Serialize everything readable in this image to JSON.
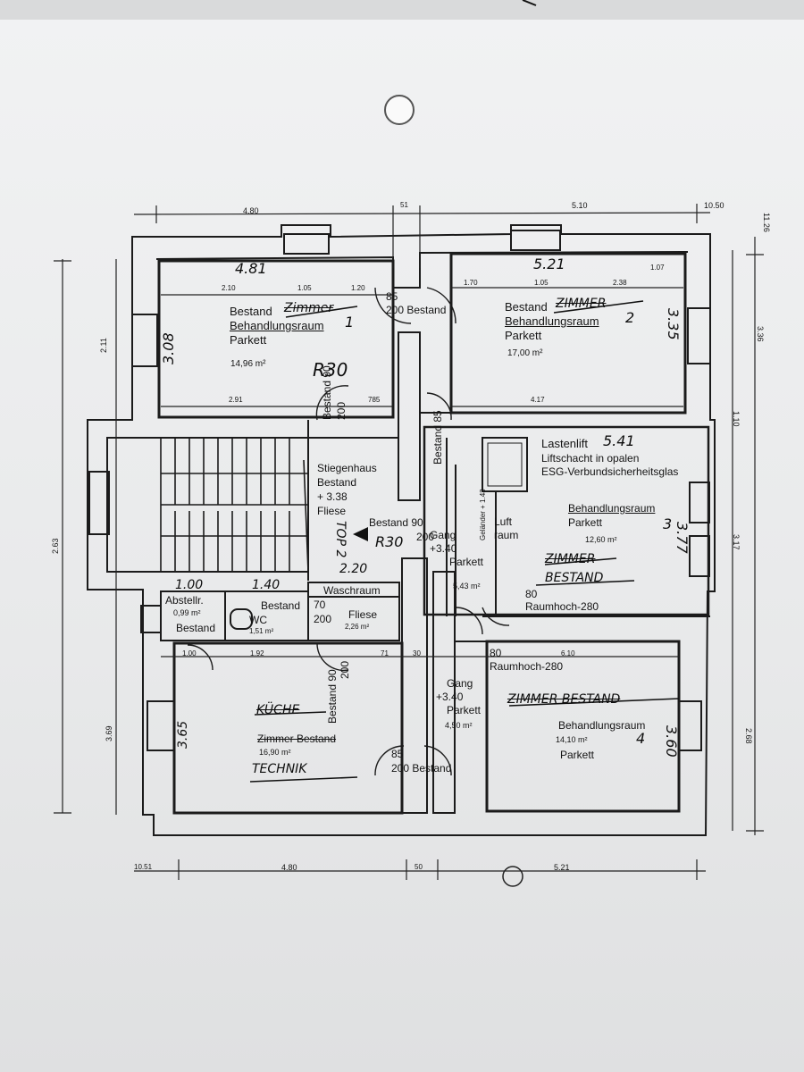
{
  "rooms": {
    "room1": {
      "status": "Bestand",
      "crossed": "Zimmer",
      "name": "Behandlungsraum",
      "number": "1",
      "floor": "Parkett",
      "area": "14,96 m²",
      "width": "4.81",
      "depth": "3.08"
    },
    "room2": {
      "status": "Bestand",
      "crossed": "ZIMMER",
      "name": "Behandlungsraum",
      "number": "2",
      "floor": "Parkett",
      "area": "17,00 m²",
      "width": "5.21",
      "depth": "3.35"
    },
    "room3": {
      "name": "Behandlungsraum",
      "number": "3",
      "floor": "Parkett",
      "area": "12,60 m²",
      "width": "5.41",
      "depth": "3.77",
      "crossed1": "ZIMMER",
      "crossed2": "BESTAND"
    },
    "room4": {
      "crossed": "ZIMMER BESTAND",
      "name": "Behandlungsraum",
      "number": "4",
      "area": "14,10 m²",
      "floor": "Parkett",
      "depth": "3.60"
    },
    "kitchen": {
      "crossed": "KÜCHE",
      "old": "Zimmer Bestand",
      "area": "16,90 m²",
      "new_use": "TECHNIK",
      "depth": "3.65"
    },
    "stair": {
      "name": "Stiegenhaus",
      "status": "Bestand",
      "level": "+ 3.38",
      "floor": "Fliese",
      "top": "TOP 2",
      "width": "2.20",
      "r30": "R30"
    },
    "gang1": {
      "name": "Gang",
      "level": "+3.40",
      "floor": "Parkett",
      "area": "5,43 m²"
    },
    "gang2": {
      "name": "Gang",
      "level": "+3.40",
      "floor": "Parkett",
      "area": "4,50 m²"
    },
    "lift": {
      "line1": "Lastenlift",
      "line2": "Liftschacht in opalen",
      "line3": "ESG-Verbundsicherheitsglas",
      "luft1": "Luft",
      "luft2": "raum",
      "gelaender": "Geländer + 1.43"
    },
    "abstell": {
      "name": "Abstellr.",
      "area": "0,99 m²",
      "status": "Bestand",
      "width": "1.00"
    },
    "wc": {
      "status": "Bestand",
      "name": "WC",
      "area": "1,51 m²",
      "width": "1.40"
    },
    "wasch": {
      "name": "Waschraum",
      "floor": "Fliese",
      "area": "2,26 m²"
    }
  },
  "doors": {
    "d1": "85",
    "d1b": "200 Bestand",
    "d2": "Bestand 90",
    "d2b": "200",
    "d3": "Bestand 85",
    "d4": "Bestand 90",
    "d4b": "200",
    "d5": "70",
    "d5b": "200",
    "d6": "Bestand 90",
    "d6b": "200",
    "d7": "85",
    "d7b": "200 Bestand",
    "d8": "80",
    "d8b": "Raumhoch-280",
    "d9": "80",
    "d9b": "Raumhoch-280",
    "r30a": "R30",
    "r30b": "R30"
  },
  "dims": {
    "top_a": "4.80",
    "top_b": "51",
    "top_c": "5.10",
    "top_d": "10.50",
    "bot_a": "10.51",
    "bot_b": "4.80",
    "bot_c": "50",
    "bot_d": "5.21",
    "r1a": "2.10",
    "r1b": "1.05",
    "r1c": "1.20",
    "r1d": "2.91",
    "r1e": "785",
    "r2a": "1.70",
    "r2b": "1.05",
    "r2c": "2.38",
    "r2d": "4.17",
    "r2e": "1.07",
    "left_a": "2.11",
    "left_b": "2.63",
    "left_c": "3.69",
    "right_a": "3.36",
    "right_b": "1.10",
    "right_c": "3.17",
    "right_d": "2.68",
    "right_e": "11.26",
    "k1": "1.92",
    "k2": "71",
    "k3": "6.10",
    "k4": "1.00",
    "k5": "30"
  }
}
